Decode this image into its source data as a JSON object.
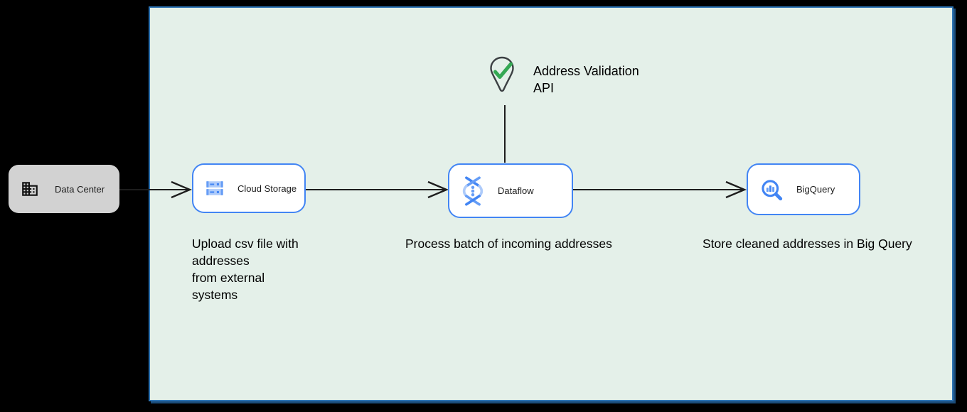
{
  "colors": {
    "page_background": "#000000",
    "boundary_fill": "#e4f0e9",
    "boundary_border": "#2e75b5",
    "service_node_border": "#4285f4",
    "service_node_fill": "#ffffff",
    "data_center_fill": "#d2d2d2",
    "arrow": "#1d1d1d",
    "pin_outline": "#3c4043",
    "check_green": "#34a853",
    "icon_blue": "#4285f4",
    "icon_blue_mid": "#669df6",
    "icon_blue_light": "#aecbfa",
    "text": "#000000"
  },
  "nodes": {
    "data_center": {
      "label": "Data Center"
    },
    "cloud_storage": {
      "label": "Cloud Storage"
    },
    "dataflow": {
      "label": "Dataflow"
    },
    "bigquery": {
      "label": "BigQuery"
    },
    "address_validation_api": {
      "label": "Address Validation\nAPI"
    }
  },
  "captions": {
    "cloud_storage_caption": "Upload csv file with\naddresses\nfrom external\nsystems",
    "dataflow_caption": "Process batch of incoming addresses",
    "bigquery_caption": "Store cleaned addresses in Big Query"
  }
}
